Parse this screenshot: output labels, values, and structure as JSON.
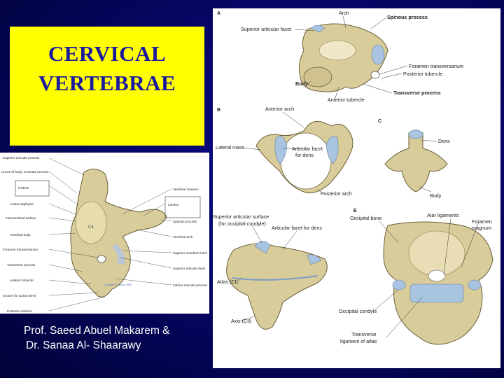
{
  "title": {
    "line1": "CERVICAL",
    "line2": "VERTEBRAE"
  },
  "authors": {
    "line1": "Prof. Saeed Abuel Makarem &",
    "line2": "Dr. Sanaa Al- Shaarawy"
  },
  "left_figure": {
    "vertebra_label": "C4",
    "copyright": "Copyright © Mosby 2006",
    "labels_left": [
      "Superior articular process",
      "Uncus of body; Uncinate process",
      "Pedicle",
      "Anular epiphysis",
      "Intervertebral surface",
      "Vertebral body",
      "Foramen transversarium",
      "Transverse process",
      "Anterior tubercle",
      "Groove for spinal nerve",
      "Posterior tubercle"
    ],
    "labels_right": [
      "Vertebral foramen",
      "Lamina",
      "Spinous process",
      "Vertebral arch",
      "Superior vertebral notch",
      "Superior articular facet",
      "Inferior articular process"
    ]
  },
  "right_figure": {
    "panels": [
      "A",
      "B",
      "C",
      "E"
    ],
    "panel_a": {
      "labels": [
        "Arch",
        "Spinous process",
        "Superior articular facet",
        "Foramen transversarium",
        "Posterior tubercle",
        "Body",
        "Transverse process",
        "Anterior tubercle"
      ]
    },
    "panel_b": {
      "labels": [
        "Anterior arch",
        "Lateral mass",
        "Articular facet",
        "for dens",
        "Posterior arch"
      ]
    },
    "panel_c": {
      "labels": [
        "Dens",
        "Body"
      ]
    },
    "panel_d": {
      "labels": [
        "Superior articular surface",
        "(for occipital condyle)",
        "Articular facet for dens",
        "Atlas (CI)",
        "Axis (CII)"
      ]
    },
    "panel_e": {
      "labels": [
        "Occipital bone",
        "Alar ligaments",
        "Foramen",
        "magnum",
        "Occipital condyle",
        "Transverse",
        "ligament of atlas"
      ]
    }
  },
  "colors": {
    "background": "#05055e",
    "title_box": "#ffff00",
    "title_text": "#1a1aa0",
    "bone": "#d8cc9a",
    "cartilage": "#a8c4e0"
  }
}
